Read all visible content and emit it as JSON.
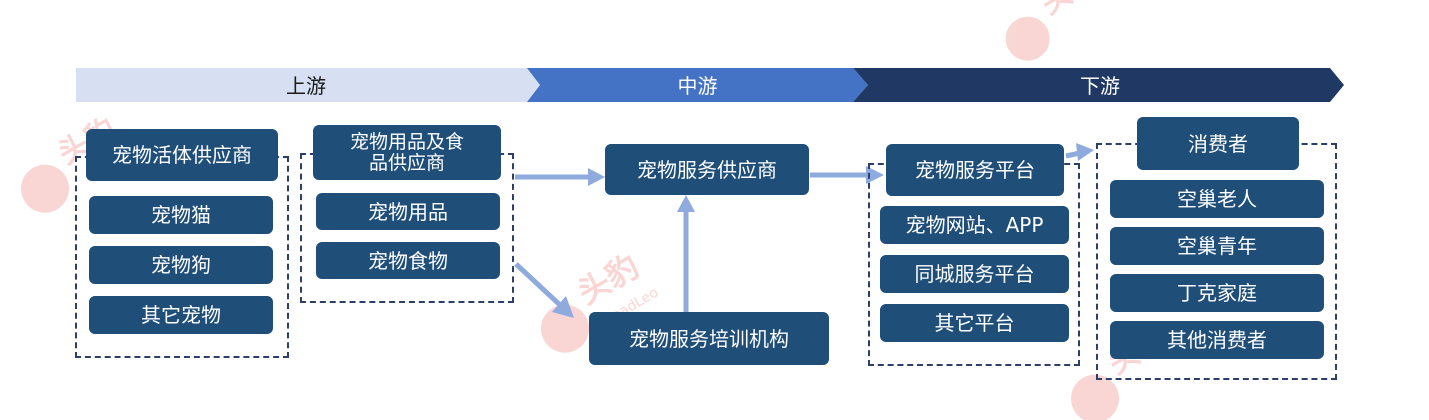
{
  "stages": {
    "upstream": "上游",
    "midstream": "中游",
    "downstream": "下游"
  },
  "upstream": {
    "live_supplier": {
      "title": "宠物活体供应商",
      "items": [
        "宠物猫",
        "宠物狗",
        "其它宠物"
      ]
    },
    "goods_supplier": {
      "title": "宠物用品及食\n品供应商",
      "items": [
        "宠物用品",
        "宠物食物"
      ]
    }
  },
  "midstream": {
    "service_supplier": "宠物服务供应商",
    "training": "宠物服务培训机构"
  },
  "downstream": {
    "platform": {
      "title": "宠物服务平台",
      "items": [
        "宠物网站、APP",
        "同城服务平台",
        "其它平台"
      ]
    },
    "consumers": {
      "title": "消费者",
      "items": [
        "空巢老人",
        "空巢青年",
        "丁克家庭",
        "其他消费者"
      ]
    }
  },
  "watermark": {
    "brand": "头豹",
    "sub": "LeadLeo"
  },
  "colors": {
    "box": "#1f4e79",
    "upstream_band": "#d6e0f2",
    "midstream_band": "#4472c4",
    "downstream_band": "#203864",
    "arrow": "#8faadc",
    "watermark": "#e8433c"
  }
}
